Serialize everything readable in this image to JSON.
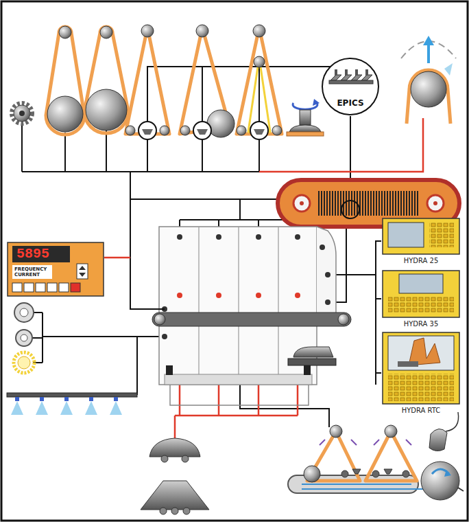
{
  "diagram": {
    "nodes": [
      {
        "text": [
          "EPICS"
        ]
      },
      {
        "text": [
          "5895",
          "FREQUENCY CURRENT"
        ]
      },
      {
        "text": [
          "HYDRA 25"
        ]
      },
      {
        "text": [
          "HYDRA 35"
        ]
      },
      {
        "text": [
          "HYDRA RTC"
        ]
      }
    ],
    "edges": [
      {
        "from": 2,
        "to": 3,
        "arrow": "none"
      },
      {
        "from": 3,
        "to": 4,
        "arrow": "none"
      }
    ]
  }
}
